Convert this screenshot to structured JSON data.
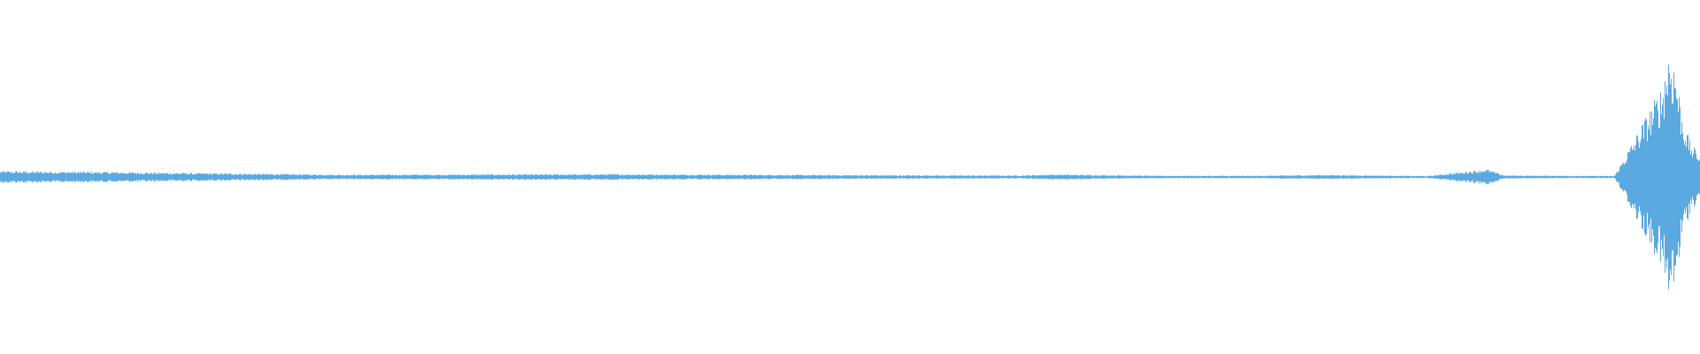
{
  "waveform": {
    "color": "#5aa9e0",
    "channels": 1,
    "description_visible_text": "",
    "amplitude_profile": [
      {
        "t": 0.0,
        "amp": 0.045
      },
      {
        "t": 0.06,
        "amp": 0.04
      },
      {
        "t": 0.12,
        "amp": 0.03
      },
      {
        "t": 0.2,
        "amp": 0.018
      },
      {
        "t": 0.28,
        "amp": 0.02
      },
      {
        "t": 0.36,
        "amp": 0.022
      },
      {
        "t": 0.44,
        "amp": 0.018
      },
      {
        "t": 0.52,
        "amp": 0.014
      },
      {
        "t": 0.6,
        "amp": 0.012
      },
      {
        "t": 0.62,
        "amp": 0.02
      },
      {
        "t": 0.68,
        "amp": 0.01
      },
      {
        "t": 0.74,
        "amp": 0.01
      },
      {
        "t": 0.78,
        "amp": 0.016
      },
      {
        "t": 0.84,
        "amp": 0.008
      },
      {
        "t": 0.875,
        "amp": 0.06
      },
      {
        "t": 0.885,
        "amp": 0.012
      },
      {
        "t": 0.95,
        "amp": 0.008
      },
      {
        "t": 0.978,
        "amp": 0.7
      },
      {
        "t": 0.982,
        "amp": 1.0
      },
      {
        "t": 0.986,
        "amp": 0.85
      },
      {
        "t": 0.99,
        "amp": 0.45
      },
      {
        "t": 0.995,
        "amp": 0.25
      },
      {
        "t": 1.0,
        "amp": 0.18
      }
    ]
  }
}
